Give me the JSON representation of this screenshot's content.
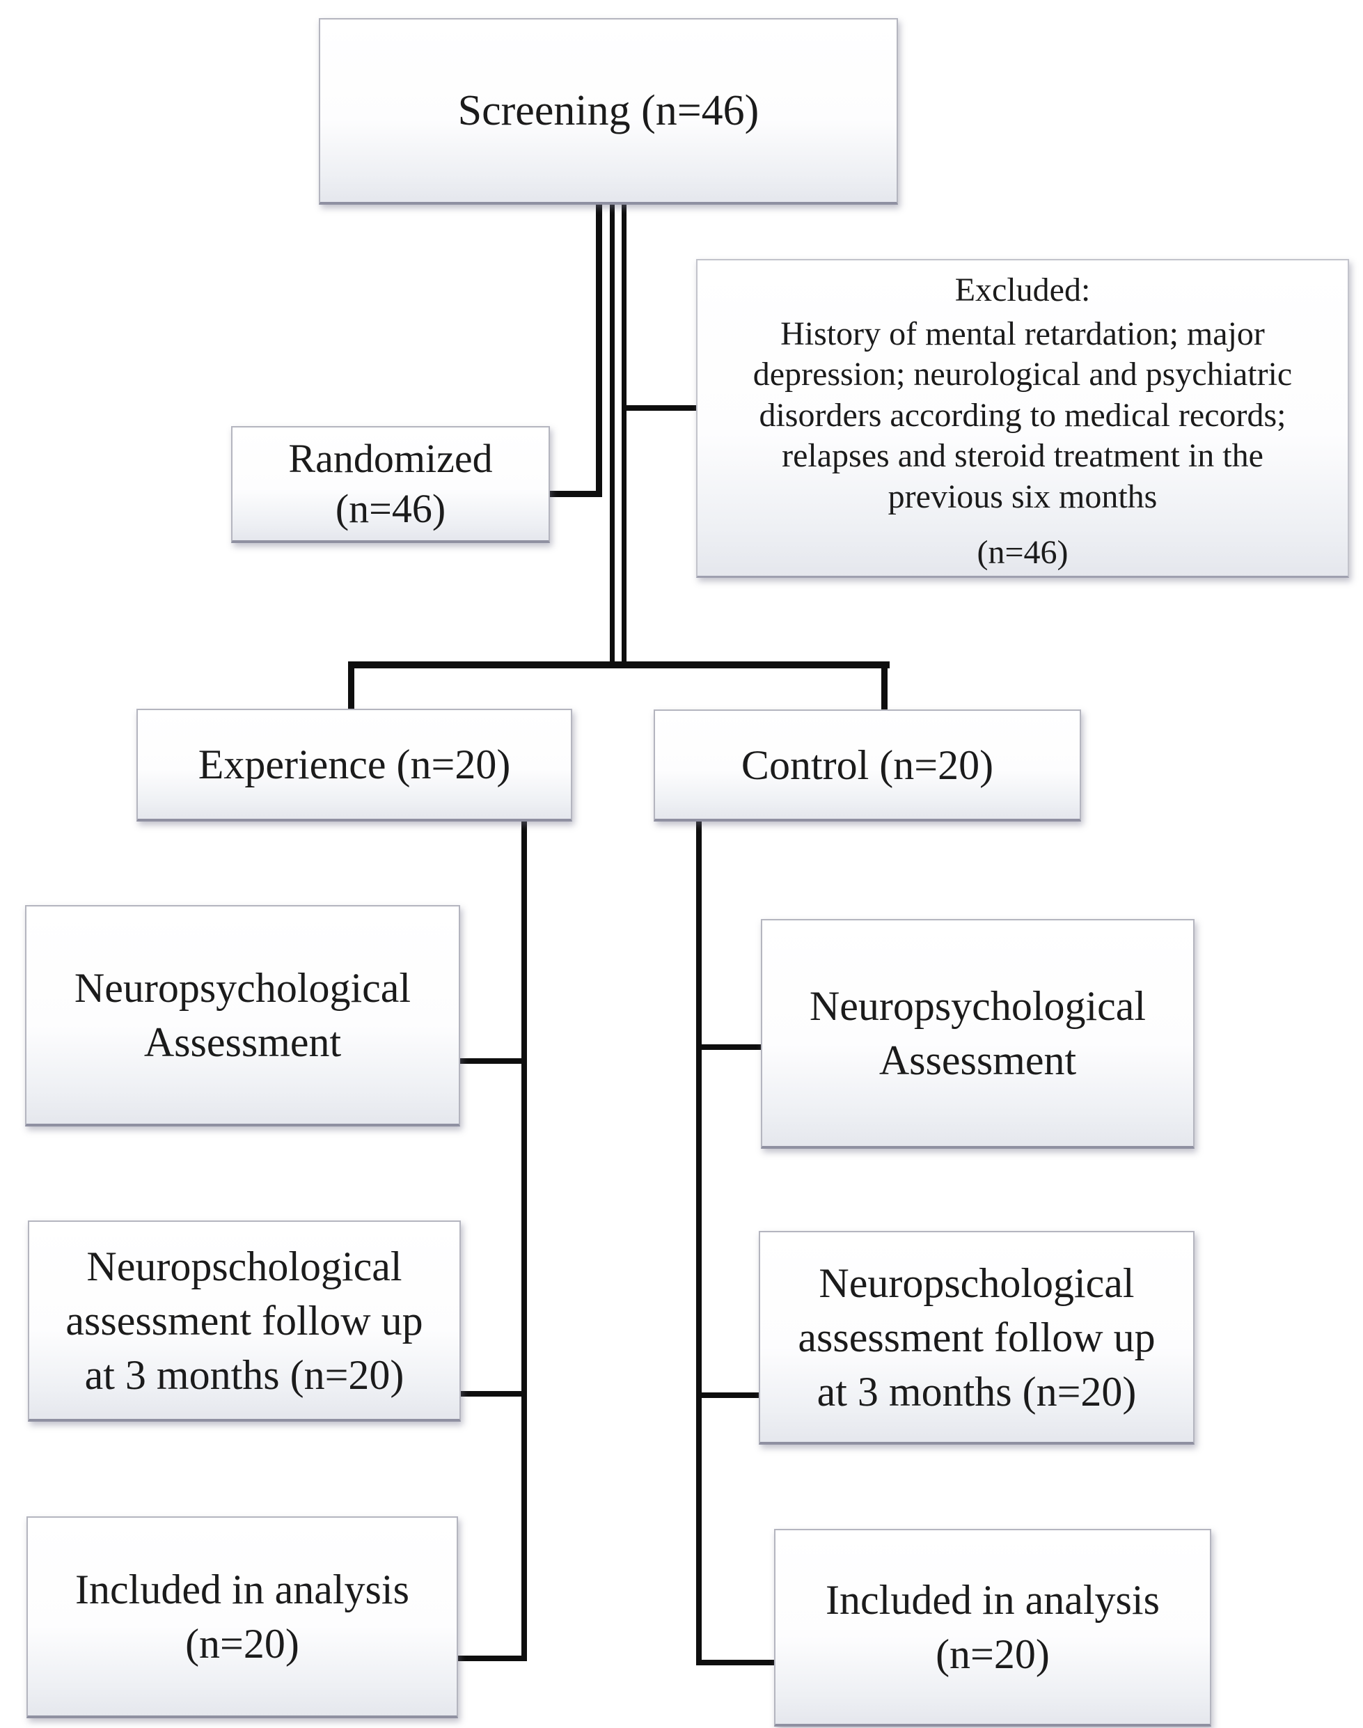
{
  "figure": {
    "background": "#ffffff",
    "line_color": "#0e0e0e",
    "box_border_color": "#b4b5bf",
    "box_fill_top": "#ffffff",
    "box_fill_bottom": "#e5e7ed",
    "text_color": "#1b1b1b"
  },
  "nodes": {
    "screening": {
      "label": "Screening (n=46)"
    },
    "excluded": {
      "title": "Excluded:",
      "body": "History of mental retardation; major\ndepression; neurological and psychiatric\ndisorders according to medical records;\nrelapses and steroid treatment in the\nprevious six months",
      "count": "(n=46)"
    },
    "randomized": {
      "label": "Randomized\n(n=46)"
    },
    "experience": {
      "label": "Experience (n=20)"
    },
    "control": {
      "label": "Control (n=20)"
    },
    "experience_assessment": {
      "label": "Neuropsychological\nAssessment"
    },
    "control_assessment": {
      "label": "Neuropsychological\nAssessment"
    },
    "experience_followup": {
      "label": "Neuropschological\nassessment follow up\nat 3 months (n=20)"
    },
    "control_followup": {
      "label": "Neuropschological\nassessment follow up\nat 3 months (n=20)"
    },
    "experience_included": {
      "label": "Included in analysis\n(n=20)"
    },
    "control_included": {
      "label": "Included in analysis\n(n=20)"
    }
  },
  "edges": [
    {
      "from": "screening",
      "to": "randomized"
    },
    {
      "from": "screening",
      "to": "excluded"
    },
    {
      "from": "screening",
      "to": "experience"
    },
    {
      "from": "screening",
      "to": "control"
    },
    {
      "from": "experience",
      "to": "experience_assessment"
    },
    {
      "from": "experience",
      "to": "experience_followup"
    },
    {
      "from": "experience",
      "to": "experience_included"
    },
    {
      "from": "control",
      "to": "control_assessment"
    },
    {
      "from": "control",
      "to": "control_followup"
    },
    {
      "from": "control",
      "to": "control_included"
    }
  ]
}
